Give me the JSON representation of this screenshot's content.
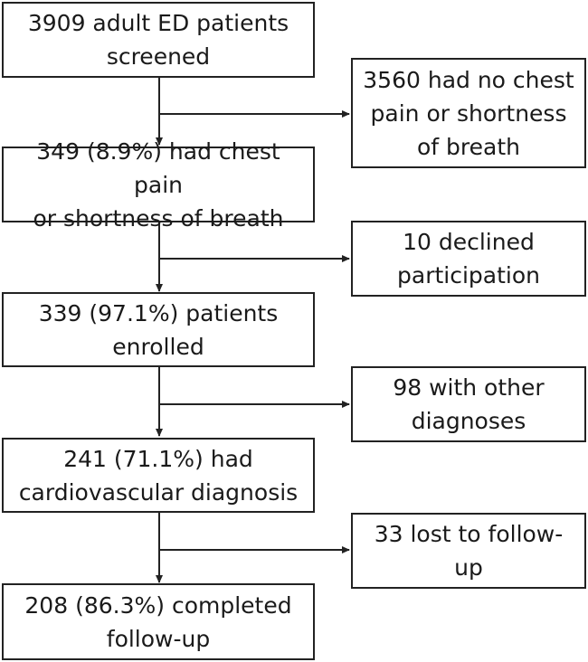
{
  "main_steps": [
    "3909 adult ED patients\nscreened",
    "349 (8.9%) had chest pain\nor shortness of breath",
    "339 (97.1%) patients\nenrolled",
    "241 (71.1%) had\ncardiovascular diagnosis",
    "208 (86.3%) completed\nfollow-up"
  ],
  "exclusions": [
    "3560 had no chest\npain or shortness\nof breath",
    "10 declined\nparticipation",
    "98 with other\ndiagnoses",
    "33 lost to follow-\nup"
  ]
}
